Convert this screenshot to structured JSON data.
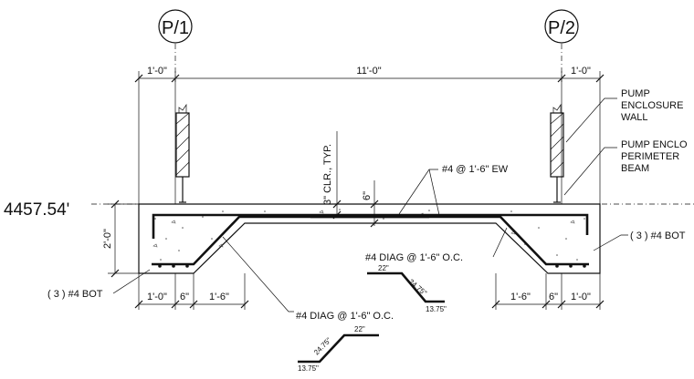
{
  "grid": {
    "left_bubble": "P/1",
    "right_bubble": "P/2"
  },
  "dimensions": {
    "top_left": "1'-0\"",
    "top_middle": "11'-0\"",
    "top_right": "1'-0\"",
    "height": "2'-0\"",
    "bottom_left_1": "1'-0\"",
    "bottom_left_2": "6\"",
    "bottom_left_3": "1'-6\"",
    "bottom_right_1": "1'-6\"",
    "bottom_right_2": "6\"",
    "bottom_right_3": "1'-0\"",
    "clear_cover": "3\" CLR., TYP.",
    "six_inch": "6\""
  },
  "elevation": "4457.54'",
  "callouts": {
    "pump_wall": [
      "PUMP",
      "ENCLOSURE",
      "WALL"
    ],
    "pump_beam": [
      "PUMP ENCLO",
      "PERIMETER",
      "BEAM"
    ],
    "top_bars": "#4 @ 1'-6\" EW",
    "diag_right": "#4 DIAG  @ 1'-6\" O.C.",
    "diag_bottom": "#4 DIAG  @ 1'-6\" O.C.",
    "bot_left": "( 3 ) #4 BOT",
    "bot_right": "( 3 ) #4 BOT"
  },
  "bar_details": {
    "upper": {
      "a": "22\"",
      "b": "24.75\"",
      "c": "13.75\""
    },
    "lower": {
      "a": "22\"",
      "b": "24.75\"",
      "c": "13.75\""
    }
  }
}
